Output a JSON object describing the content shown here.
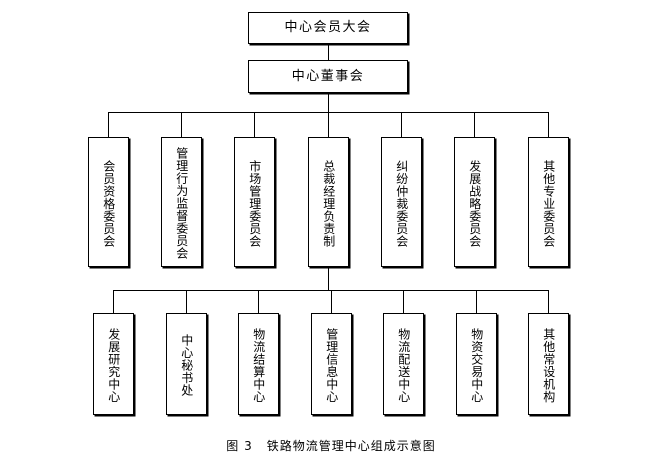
{
  "figure": {
    "caption_number": "图 3",
    "caption_text": "铁路物流管理中心组成示意图",
    "background_color": "#ffffff",
    "line_color": "#000000",
    "text_color": "#000000"
  },
  "chart_data": {
    "type": "diagram",
    "diagram_kind": "organizational-chart",
    "title": "铁路物流管理中心组成示意图",
    "orientation": "top-down",
    "levels": [
      {
        "level": 1,
        "orientation": "horizontal-text",
        "nodes": [
          "中心会员大会"
        ]
      },
      {
        "level": 2,
        "orientation": "horizontal-text",
        "nodes": [
          "中心董事会"
        ]
      },
      {
        "level": 3,
        "orientation": "vertical-text",
        "nodes": [
          "会员资格委员会",
          "管理行为监督委员会",
          "市场管理委员会",
          "总裁经理负责制",
          "纠纷仲裁委员会",
          "发展战略委员会",
          "其他专业委员会"
        ]
      },
      {
        "level": 4,
        "orientation": "vertical-text",
        "nodes": [
          "发展研究中心",
          "中心秘书处",
          "物流结算中心",
          "管理信息中心",
          "物流配送中心",
          "物资交易中心",
          "其他常设机构"
        ]
      }
    ],
    "edges": [
      {
        "from": "中心会员大会",
        "to": "中心董事会"
      },
      {
        "from": "中心董事会",
        "to": "会员资格委员会"
      },
      {
        "from": "中心董事会",
        "to": "管理行为监督委员会"
      },
      {
        "from": "中心董事会",
        "to": "市场管理委员会"
      },
      {
        "from": "中心董事会",
        "to": "总裁经理负责制"
      },
      {
        "from": "中心董事会",
        "to": "纠纷仲裁委员会"
      },
      {
        "from": "中心董事会",
        "to": "发展战略委员会"
      },
      {
        "from": "中心董事会",
        "to": "其他专业委员会"
      },
      {
        "from": "总裁经理负责制",
        "to": "发展研究中心"
      },
      {
        "from": "总裁经理负责制",
        "to": "中心秘书处"
      },
      {
        "from": "总裁经理负责制",
        "to": "物流结算中心"
      },
      {
        "from": "总裁经理负责制",
        "to": "管理信息中心"
      },
      {
        "from": "总裁经理负责制",
        "to": "物流配送中心"
      },
      {
        "from": "总裁经理负责制",
        "to": "物资交易中心"
      },
      {
        "from": "总裁经理负责制",
        "to": "其他常设机构"
      }
    ]
  },
  "nodes": {
    "assembly": "中心会员大会",
    "board": "中心董事会",
    "committees": [
      "会员资格委员会",
      "管理行为监督委员会",
      "市场管理委员会",
      "总裁经理负责制",
      "纠纷仲裁委员会",
      "发展战略委员会",
      "其他专业委员会"
    ],
    "departments": [
      "发展研究中心",
      "中心秘书处",
      "物流结算中心",
      "管理信息中心",
      "物流配送中心",
      "物资交易中心",
      "其他常设机构"
    ]
  }
}
